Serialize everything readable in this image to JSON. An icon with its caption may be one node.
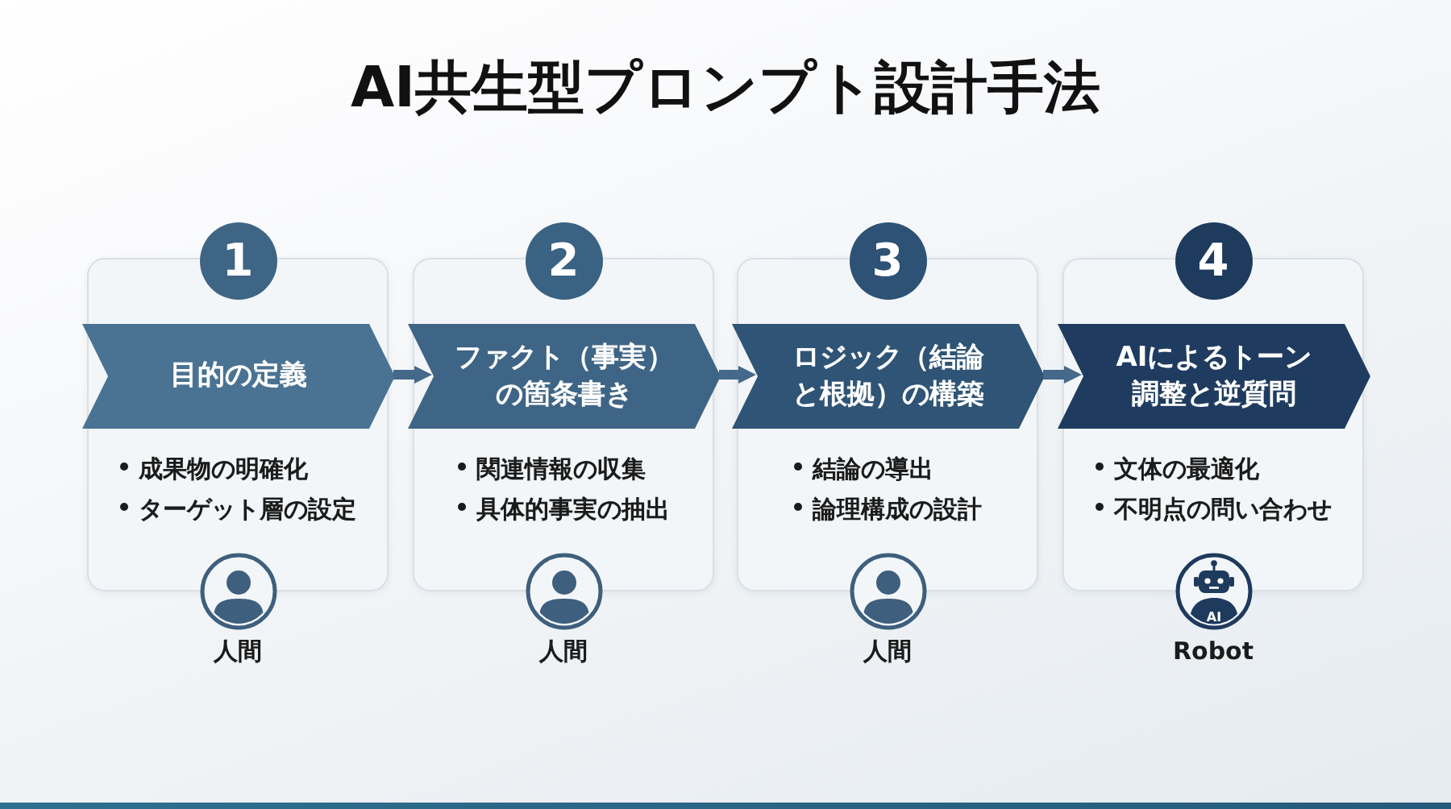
{
  "diagram": {
    "title": "AI共生型プロンプト設計手法",
    "nodes": [
      {
        "text": [
          "成果物の明確化",
          "ターゲット層の設定"
        ],
        "beside": [
          "人間"
        ]
      },
      {
        "text": [
          "1"
        ]
      },
      {
        "text": [
          "目的の定義"
        ],
        "in": 0
      },
      {
        "text": [
          "関連情報の収集",
          "具体的事実の抽出"
        ],
        "beside": [
          "人間"
        ]
      },
      {
        "text": [
          "2"
        ]
      },
      {
        "text": [
          "ファクト（事実）の箇条書き"
        ],
        "in": 3
      },
      {
        "text": [
          "結論の導出",
          "論理構成の設計"
        ],
        "beside": [
          "人間"
        ]
      },
      {
        "text": [
          "3"
        ]
      },
      {
        "text": [
          "ロジック（結論と根拠）の構築"
        ],
        "in": 6
      },
      {
        "text": [
          "文体の最適化",
          "不明点の問い合わせ"
        ],
        "beside": [
          "Robot"
        ]
      },
      {
        "text": [
          "4"
        ]
      },
      {
        "text": [
          "AIによるトーン調整と逆質問"
        ],
        "in": 9
      }
    ],
    "edges": [
      {
        "from": 2,
        "to": 5,
        "arrow": "to"
      },
      {
        "from": 5,
        "to": 8,
        "arrow": "to"
      },
      {
        "from": 8,
        "to": 11,
        "arrow": "to"
      }
    ],
    "labels": [
      "AI"
    ]
  }
}
